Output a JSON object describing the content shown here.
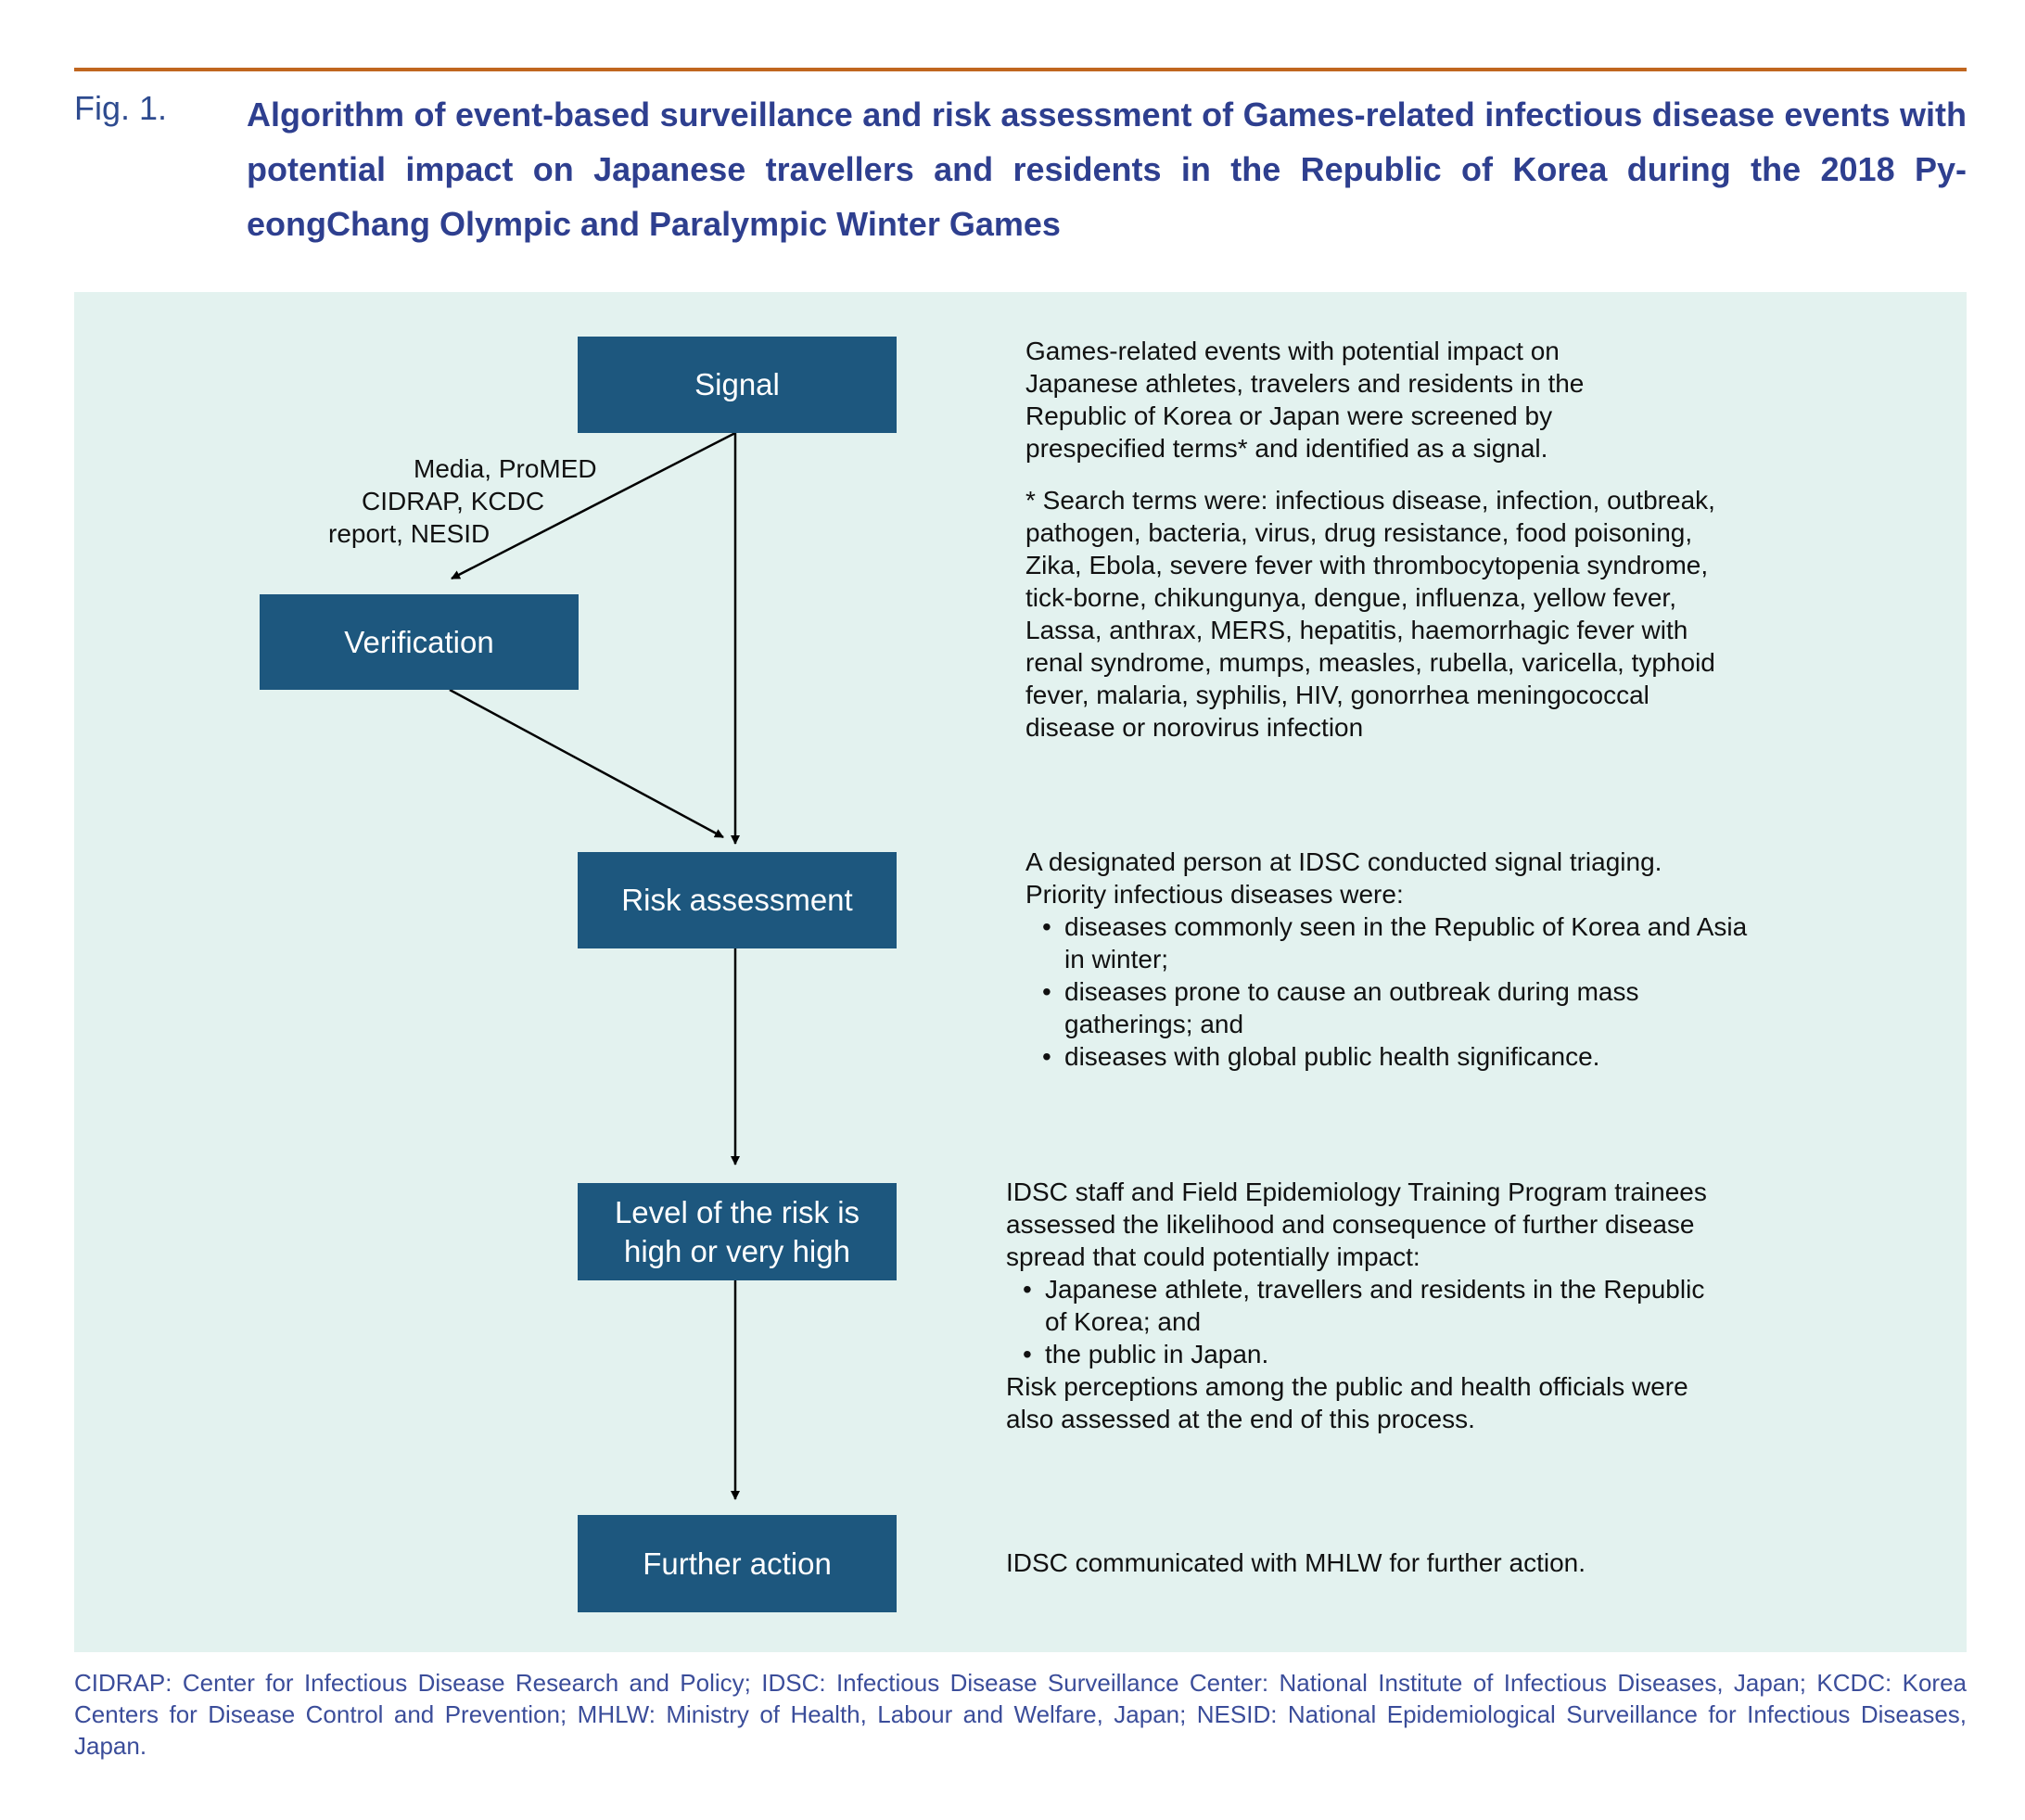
{
  "figure": {
    "label": "Fig. 1.",
    "title": "Algorithm of event-based surveillance and risk assessment of Games-related infectious disease events with potential impact on Japanese travellers and residents in the Republic of Korea during the 2018 Py-eongChang Olympic and Paralympic Winter Games"
  },
  "colors": {
    "rule": "#c0661f",
    "title": "#2e3f8f",
    "panel_background": "#e3f2ef",
    "box_fill": "#1d577e",
    "box_text": "#ffffff",
    "footnote": "#3b4d9a"
  },
  "flow": {
    "nodes": {
      "signal": "Signal",
      "verification": "Verification",
      "risk_assessment": "Risk assessment",
      "risk_level": "Level of the risk is high or very high",
      "further_action": "Further action"
    },
    "source_label": [
      "Media, ProMED",
      "CIDRAP, KCDC",
      "report, NESID"
    ]
  },
  "descriptions": {
    "signal": "Games-related events with potential impact on Japanese athletes, travelers and residents in the Republic of Korea or Japan were screened by prespecified terms* and identified  as a signal.",
    "search_terms": "* Search terms were: infectious disease, infection, outbreak, pathogen, bacteria, virus, drug resistance, food poisoning, Zika, Ebola, severe fever with thrombocytopenia syndrome, tick-borne, chikungunya, dengue, influenza, yellow fever, Lassa, anthrax, MERS, hepatitis, haemorrhagic fever with renal syndrome, mumps, measles, rubella, varicella, typhoid fever, malaria, syphilis, HIV, gonorrhea meningococcal disease or norovirus infection",
    "risk_assessment": {
      "intro": "A designated person at IDSC conducted signal triaging. Priority infectious diseases were:",
      "items": [
        "diseases commonly seen in the Republic of Korea and Asia in winter;",
        "diseases prone to cause an outbreak during mass gatherings; and",
        "diseases with global public health significance."
      ]
    },
    "risk_level": {
      "intro": "IDSC staff and Field Epidemiology Training Program trainees assessed the likelihood and consequence of further disease spread that could potentially impact:",
      "items": [
        "Japanese athlete, travellers and residents in the Republic of Korea; and",
        "the public in Japan."
      ],
      "outro": "Risk perceptions among the public and health officials were also assessed at the end of this process."
    },
    "further_action": "IDSC communicated with MHLW for further action."
  },
  "footnote": "CIDRAP: Center for Infectious Disease Research and Policy; IDSC: Infectious Disease Surveillance Center: National Institute of Infectious Diseases, Japan; KCDC: Korea Centers for Disease Control and Prevention; MHLW: Ministry of Health, Labour and Welfare, Japan; NESID: National Epidemiological Surveillance for Infectious Diseases, Japan."
}
